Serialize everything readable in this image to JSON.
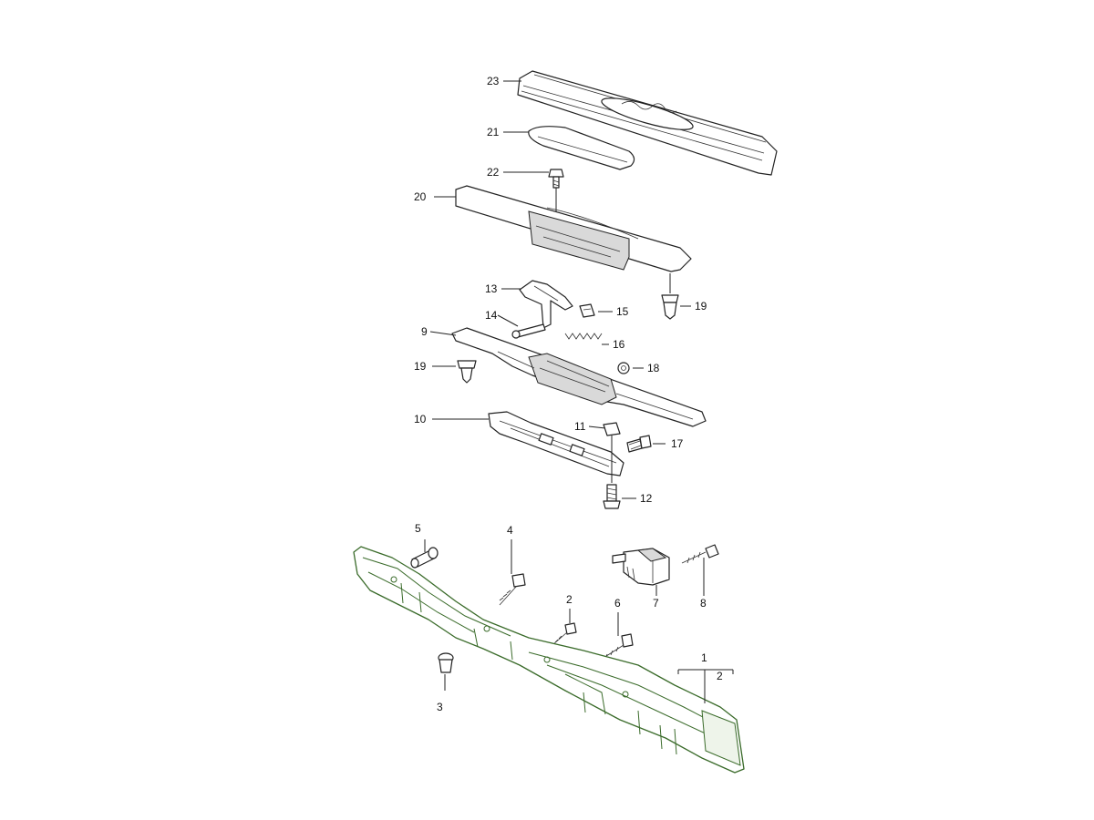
{
  "callouts": {
    "c1": "1",
    "c2": "2",
    "c2b": "2",
    "c3": "3",
    "c4": "4",
    "c5": "5",
    "c6": "6",
    "c7": "7",
    "c8": "8",
    "c9": "9",
    "c10": "10",
    "c11": "11",
    "c12": "12",
    "c13": "13",
    "c14": "14",
    "c15": "15",
    "c16": "16",
    "c17": "17",
    "c18": "18",
    "c19a": "19",
    "c19b": "19",
    "c20": "20",
    "c21": "21",
    "c22": "22",
    "c23": "23"
  },
  "colors": {
    "frame_outline": "#3a6b2a",
    "line": "#222222"
  }
}
